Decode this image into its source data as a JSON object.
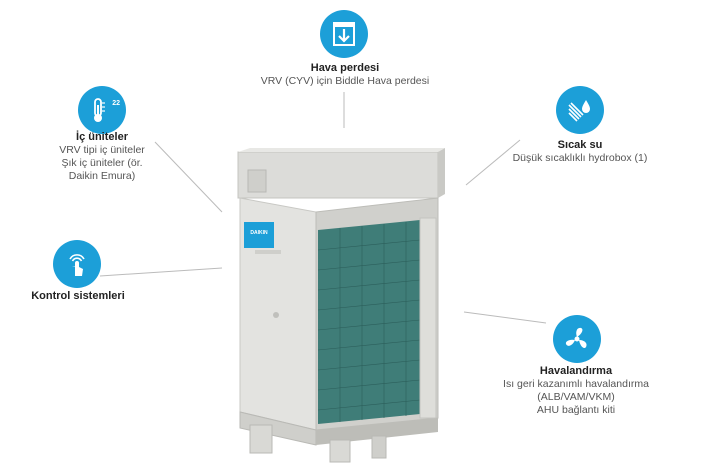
{
  "features": {
    "air_curtain": {
      "icon": "air-curtain-icon",
      "title": "Hava perdesi",
      "desc": "VRV (CYV) için Biddle Hava perdesi"
    },
    "indoor_units": {
      "icon": "thermometer-icon",
      "icon_text": "22",
      "title": "İç üniteler",
      "desc_1": "VRV tipi iç üniteler",
      "desc_2": "Şık iç üniteler (ör.",
      "desc_3": "Daikin Emura)"
    },
    "hot_water": {
      "icon": "water-drop-icon",
      "title": "Sıcak su",
      "desc": "Düşük sıcaklıklı hydrobox (1)"
    },
    "controls": {
      "icon": "touch-control-icon",
      "title": "Kontrol sistemleri"
    },
    "ventilation": {
      "icon": "fan-icon",
      "title": "Havalandırma",
      "desc_1": "Isı geri kazanımlı havalandırma (ALB/VAM/VKM)",
      "desc_2": "AHU bağlantı kiti"
    }
  },
  "unit": {
    "brand": "DAIKIN"
  },
  "colors": {
    "accent": "#1c9fd8",
    "unit_body": "#d9d9d6",
    "coil": "#3f7d78"
  }
}
